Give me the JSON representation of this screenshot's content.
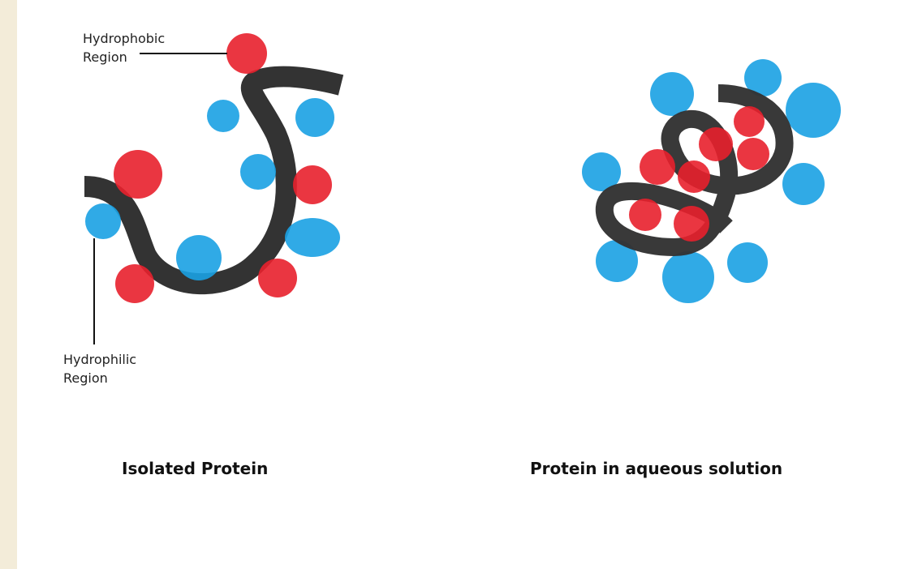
{
  "labels": {
    "hydrophobic": "Hydrophobic\nRegion",
    "hydrophilic": "Hydrophilic\nRegion"
  },
  "captions": {
    "isolated": "Isolated Protein",
    "aqueous": "Protein in aqueous solution"
  },
  "colors": {
    "hydrophobic": "#e8202c",
    "hydrophilic": "#1aa1e3",
    "chain": "#333333",
    "page_background": "#f3ecd9",
    "panel_background": "#ffffff"
  }
}
